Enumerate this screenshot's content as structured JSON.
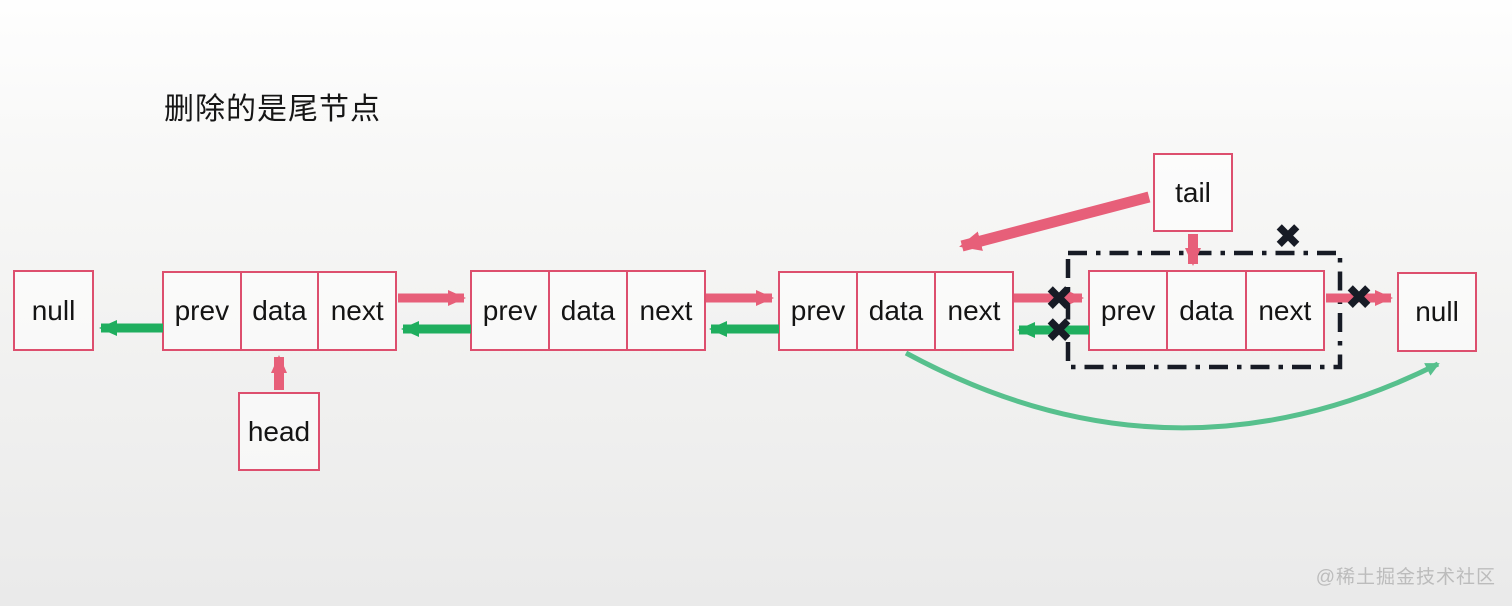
{
  "title": "删除的是尾节点",
  "watermark": "@稀土掘金技术社区",
  "colors": {
    "pink": "#e75f79",
    "green": "#1fae5e",
    "curve_green": "#57c08d",
    "box_border": "#dd4f6e",
    "x_black": "#171b25"
  },
  "boxes": {
    "null_left": "null",
    "null_right": "null",
    "head": "head",
    "tail": "tail"
  },
  "nodes": [
    {
      "cells": [
        "prev",
        "data",
        "next"
      ]
    },
    {
      "cells": [
        "prev",
        "data",
        "next"
      ]
    },
    {
      "cells": [
        "prev",
        "data",
        "next"
      ]
    },
    {
      "cells": [
        "prev",
        "data",
        "next"
      ]
    }
  ],
  "icons": {
    "delete_x": "✖"
  }
}
